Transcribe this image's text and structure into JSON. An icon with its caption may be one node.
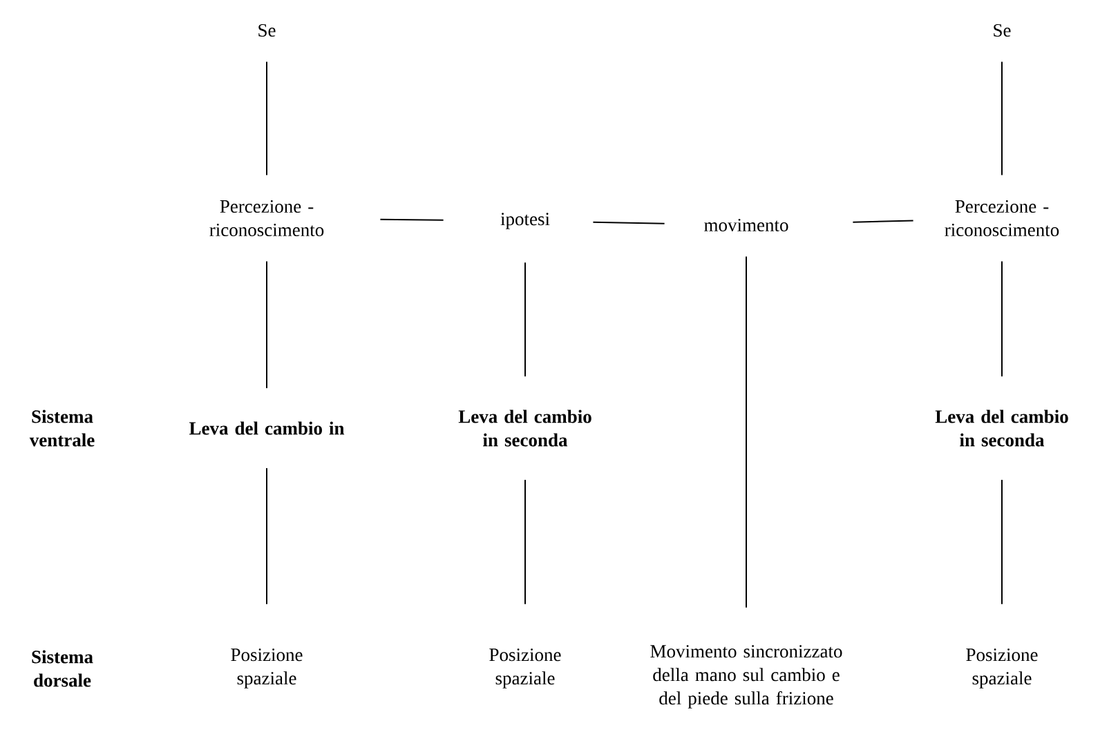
{
  "diagram": {
    "nodes": [
      {
        "text": [
          "Se"
        ]
      },
      {
        "text": [
          "Percezione - riconoscimento"
        ]
      },
      {
        "text": [
          "ipotesi"
        ]
      },
      {
        "text": [
          "movimento"
        ]
      },
      {
        "text": [
          "Percezione - riconoscimento"
        ]
      },
      {
        "text": [
          "Se"
        ]
      },
      {
        "text": [
          "Leva del cambio in"
        ]
      },
      {
        "text": [
          "Leva del cambio in seconda"
        ]
      },
      {
        "text": [
          "Leva del cambio in seconda"
        ]
      },
      {
        "text": [
          "Posizione spaziale"
        ]
      },
      {
        "text": [
          "Posizione spaziale"
        ]
      },
      {
        "text": [
          "Movimento sincronizzato della mano sul cambio e del piede sulla frizione"
        ]
      },
      {
        "text": [
          "Posizione spaziale"
        ]
      }
    ],
    "edges": [
      {
        "from": 0,
        "to": 1,
        "arrow": "none"
      },
      {
        "from": 1,
        "to": 2,
        "arrow": "none"
      },
      {
        "from": 2,
        "to": 3,
        "arrow": "none"
      },
      {
        "from": 3,
        "to": 4,
        "arrow": "none"
      },
      {
        "from": 5,
        "to": 4,
        "arrow": "none"
      },
      {
        "from": 1,
        "to": 6,
        "arrow": "none"
      },
      {
        "from": 2,
        "to": 7,
        "arrow": "none"
      },
      {
        "from": 4,
        "to": 8,
        "arrow": "none"
      },
      {
        "from": 6,
        "to": 9,
        "arrow": "none"
      },
      {
        "from": 7,
        "to": 10,
        "arrow": "none"
      },
      {
        "from": 3,
        "to": 11,
        "arrow": "none"
      },
      {
        "from": 8,
        "to": 12,
        "arrow": "none"
      }
    ],
    "labels": [
      "Sistema ventrale",
      "Sistema dorsale"
    ]
  }
}
